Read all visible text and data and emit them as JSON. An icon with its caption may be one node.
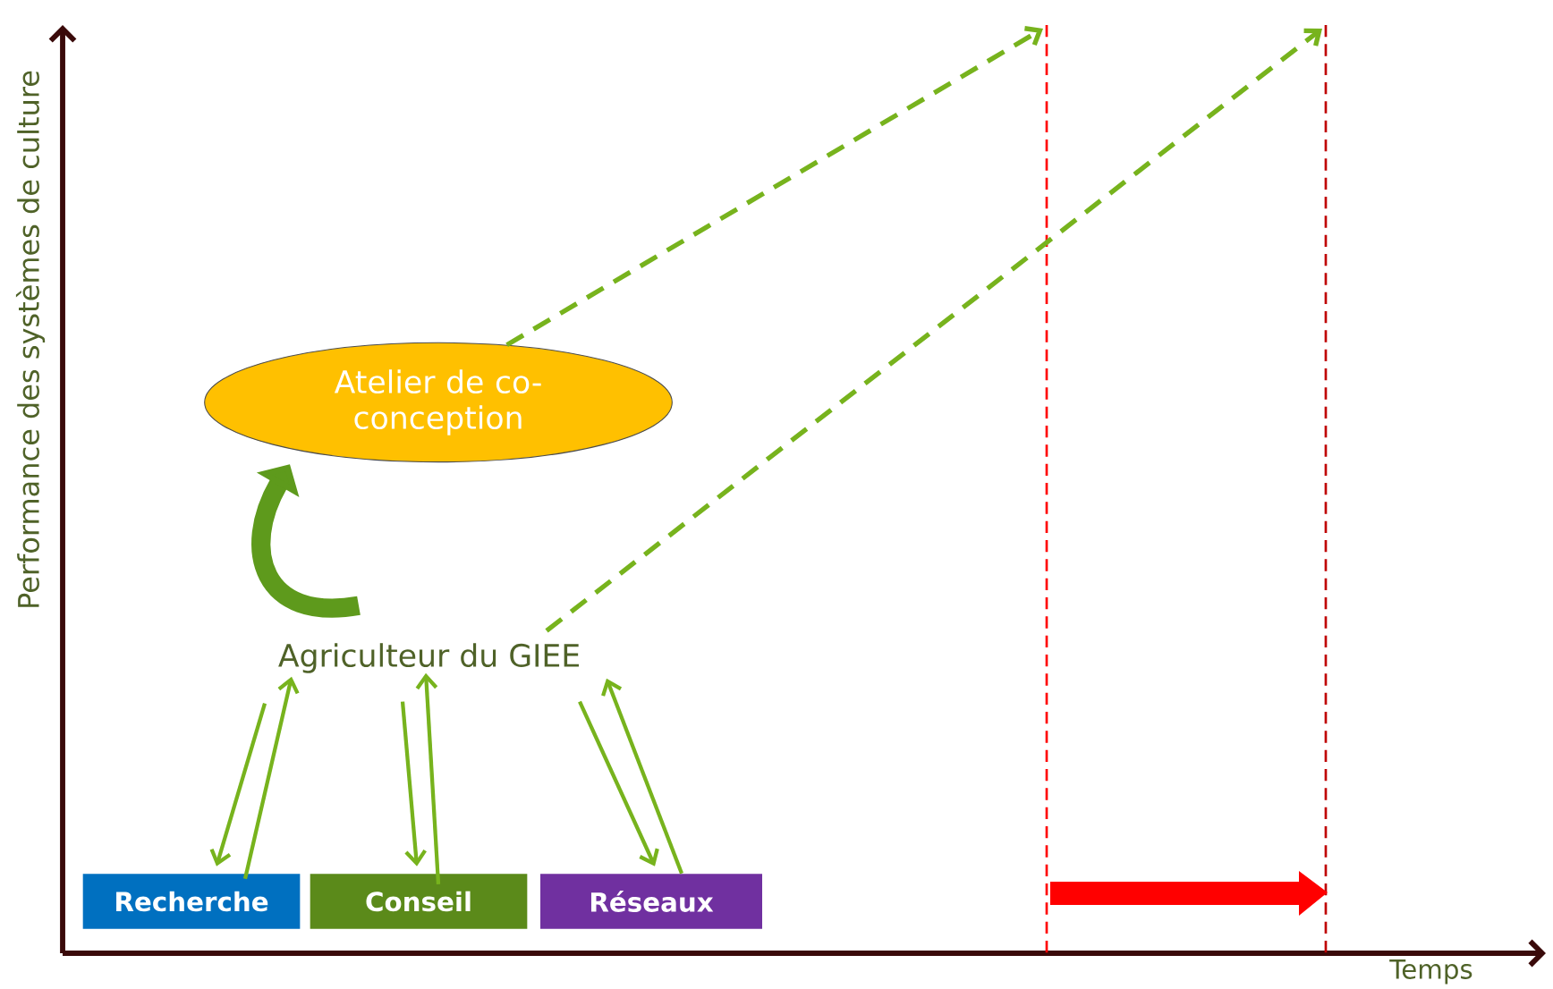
{
  "diagram": {
    "nodes": [
      {
        "text": [
          "Atelier de co-conception"
        ]
      },
      {
        "text": [
          "Agriculteur du GIEE"
        ]
      },
      {
        "text": [
          "Recherche"
        ]
      },
      {
        "text": [
          "Conseil"
        ]
      },
      {
        "text": [
          "Réseaux"
        ]
      }
    ],
    "edges": [
      {
        "from": 0,
        "to": null,
        "arrow": "to",
        "style": "dashed"
      },
      {
        "from": 1,
        "to": null,
        "arrow": "to",
        "style": "dashed"
      },
      {
        "from": 1,
        "to": 0,
        "arrow": "to",
        "style": "thick"
      },
      {
        "from": 1,
        "to": 2,
        "arrow": "to"
      },
      {
        "from": 2,
        "to": 1,
        "arrow": "to"
      },
      {
        "from": 1,
        "to": 3,
        "arrow": "to"
      },
      {
        "from": 3,
        "to": 1,
        "arrow": "to"
      },
      {
        "from": 1,
        "to": 4,
        "arrow": "to"
      },
      {
        "from": 4,
        "to": 1,
        "arrow": "to"
      }
    ],
    "labels": [
      "Performance des systèmes de culture",
      "Temps"
    ]
  }
}
